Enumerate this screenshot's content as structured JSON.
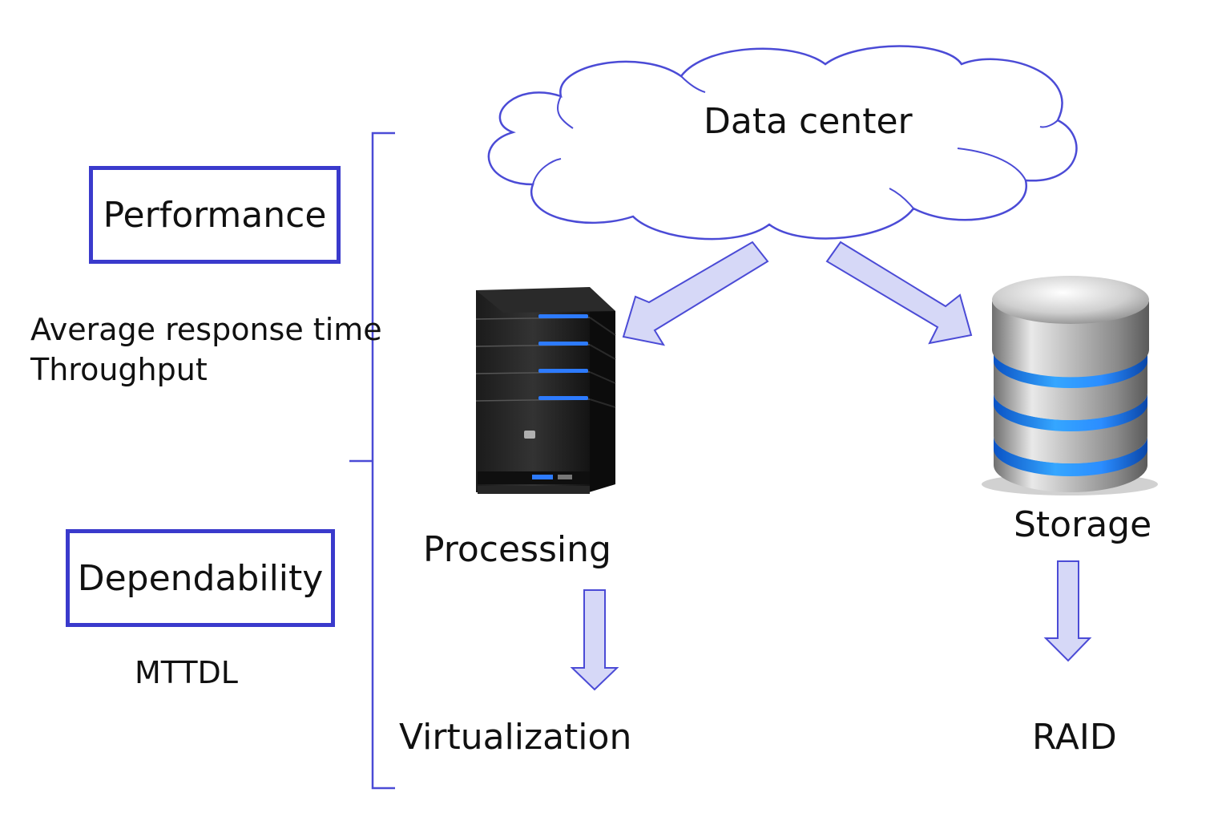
{
  "cloud": {
    "label": "Data center"
  },
  "categories": {
    "performance": {
      "label": "Performance",
      "metrics": [
        "Average response time",
        "Throughput"
      ]
    },
    "dependability": {
      "label": "Dependability",
      "metrics": [
        "MTTDL"
      ]
    }
  },
  "branches": {
    "processing": {
      "label": "Processing",
      "technique": "Virtualization",
      "icon": "server-tower-icon"
    },
    "storage": {
      "label": "Storage",
      "technique": "RAID",
      "icon": "database-cylinder-icon"
    }
  },
  "colors": {
    "box_border": "#3a3acc",
    "cloud_outline": "#4b4bd6",
    "arrow_fill": "#d6d8f7",
    "arrow_stroke": "#4b4bd6",
    "led_blue": "#2d7bff"
  }
}
